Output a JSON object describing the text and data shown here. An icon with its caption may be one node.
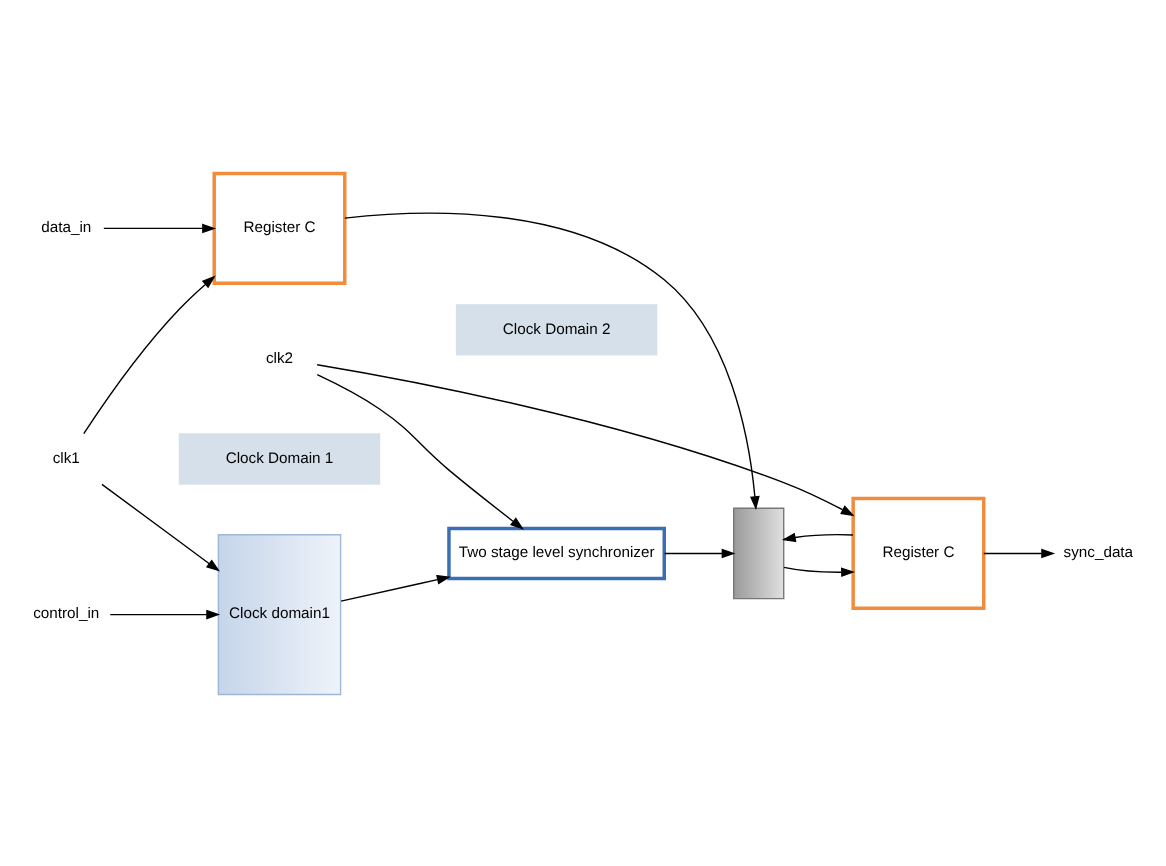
{
  "diagram": {
    "nodes": [
      {
        "text": [
          "data_in"
        ]
      },
      {
        "text": [
          "Register C"
        ]
      },
      {
        "text": [
          "control_in"
        ]
      },
      {
        "text": [
          "Clock domain1"
        ]
      },
      {
        "text": [
          "clk1"
        ]
      },
      {
        "text": [
          "Two stage level synchronizer"
        ]
      },
      {
        "text": [
          "clk2"
        ]
      },
      {
        "text": [],
        "shape": "trapezoid"
      },
      {
        "text": [
          "Register C"
        ]
      },
      {
        "text": [
          "sync_data"
        ]
      },
      {
        "text": [
          "Clock Domain 1"
        ]
      },
      {
        "text": [
          "Clock Domain 2"
        ]
      }
    ],
    "edges": [
      {
        "from": 0,
        "to": 1,
        "arrow": "to"
      },
      {
        "from": 1,
        "to": 7,
        "arrow": "to"
      },
      {
        "from": 2,
        "to": 3,
        "arrow": "to"
      },
      {
        "from": 3,
        "to": 5,
        "arrow": "to"
      },
      {
        "from": 4,
        "to": 3,
        "arrow": "to"
      },
      {
        "from": 4,
        "to": 1,
        "arrow": "to"
      },
      {
        "from": 6,
        "to": 5,
        "arrow": "to"
      },
      {
        "from": 6,
        "to": 8,
        "arrow": "to"
      },
      {
        "from": 5,
        "to": 7,
        "arrow": "to"
      },
      {
        "from": 7,
        "to": 8,
        "arrow": "to"
      },
      {
        "from": 8,
        "to": 9,
        "arrow": "to"
      },
      {
        "from": 8,
        "to": 7,
        "arrow": "to"
      }
    ]
  }
}
